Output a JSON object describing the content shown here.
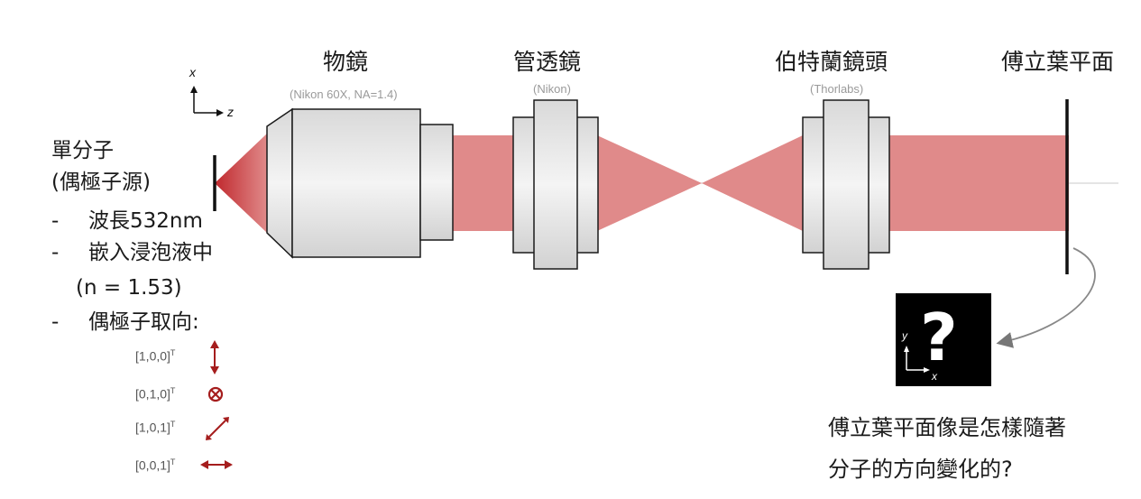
{
  "labels": {
    "objective": "物鏡",
    "objective_sub": "(Nikon 60X, NA=1.4)",
    "tube_lens": "管透鏡",
    "tube_lens_sub": "(Nikon)",
    "bertrand_lens": "伯特蘭鏡頭",
    "bertrand_lens_sub": "(Thorlabs)",
    "fourier_plane": "傅立葉平面"
  },
  "axes": {
    "x": "x",
    "z": "z"
  },
  "molecule": {
    "line1": "單分子",
    "line2": "(偶極子源)",
    "bullet": "-",
    "wavelength": "波長532nm",
    "immersion": "嵌入浸泡液中",
    "index": "(n = 1.53)",
    "orientation": "偶極子取向:"
  },
  "orientations": [
    {
      "label": "[1,0,0]",
      "sup": "T",
      "arrow": "vertical-arrow-icon"
    },
    {
      "label": "[0,1,0]",
      "sup": "T",
      "arrow": "into-page-icon"
    },
    {
      "label": "[1,0,1]",
      "sup": "T",
      "arrow": "diagonal-arrow-icon"
    },
    {
      "label": "[0,0,1]",
      "sup": "T",
      "arrow": "horizontal-arrow-icon"
    }
  ],
  "inset": {
    "symbol": "?",
    "axis_y": "y",
    "axis_x": "x"
  },
  "question": {
    "line1": "傅立葉平面像是怎樣隨著",
    "line2": "分子的方向變化的?"
  },
  "colors": {
    "beam": "#e08a8a",
    "beam_dark": "#c0282d",
    "dipole_arrow": "#a51d1d",
    "lens_edge": "#1a1a1a",
    "inset_bg": "#000000"
  }
}
